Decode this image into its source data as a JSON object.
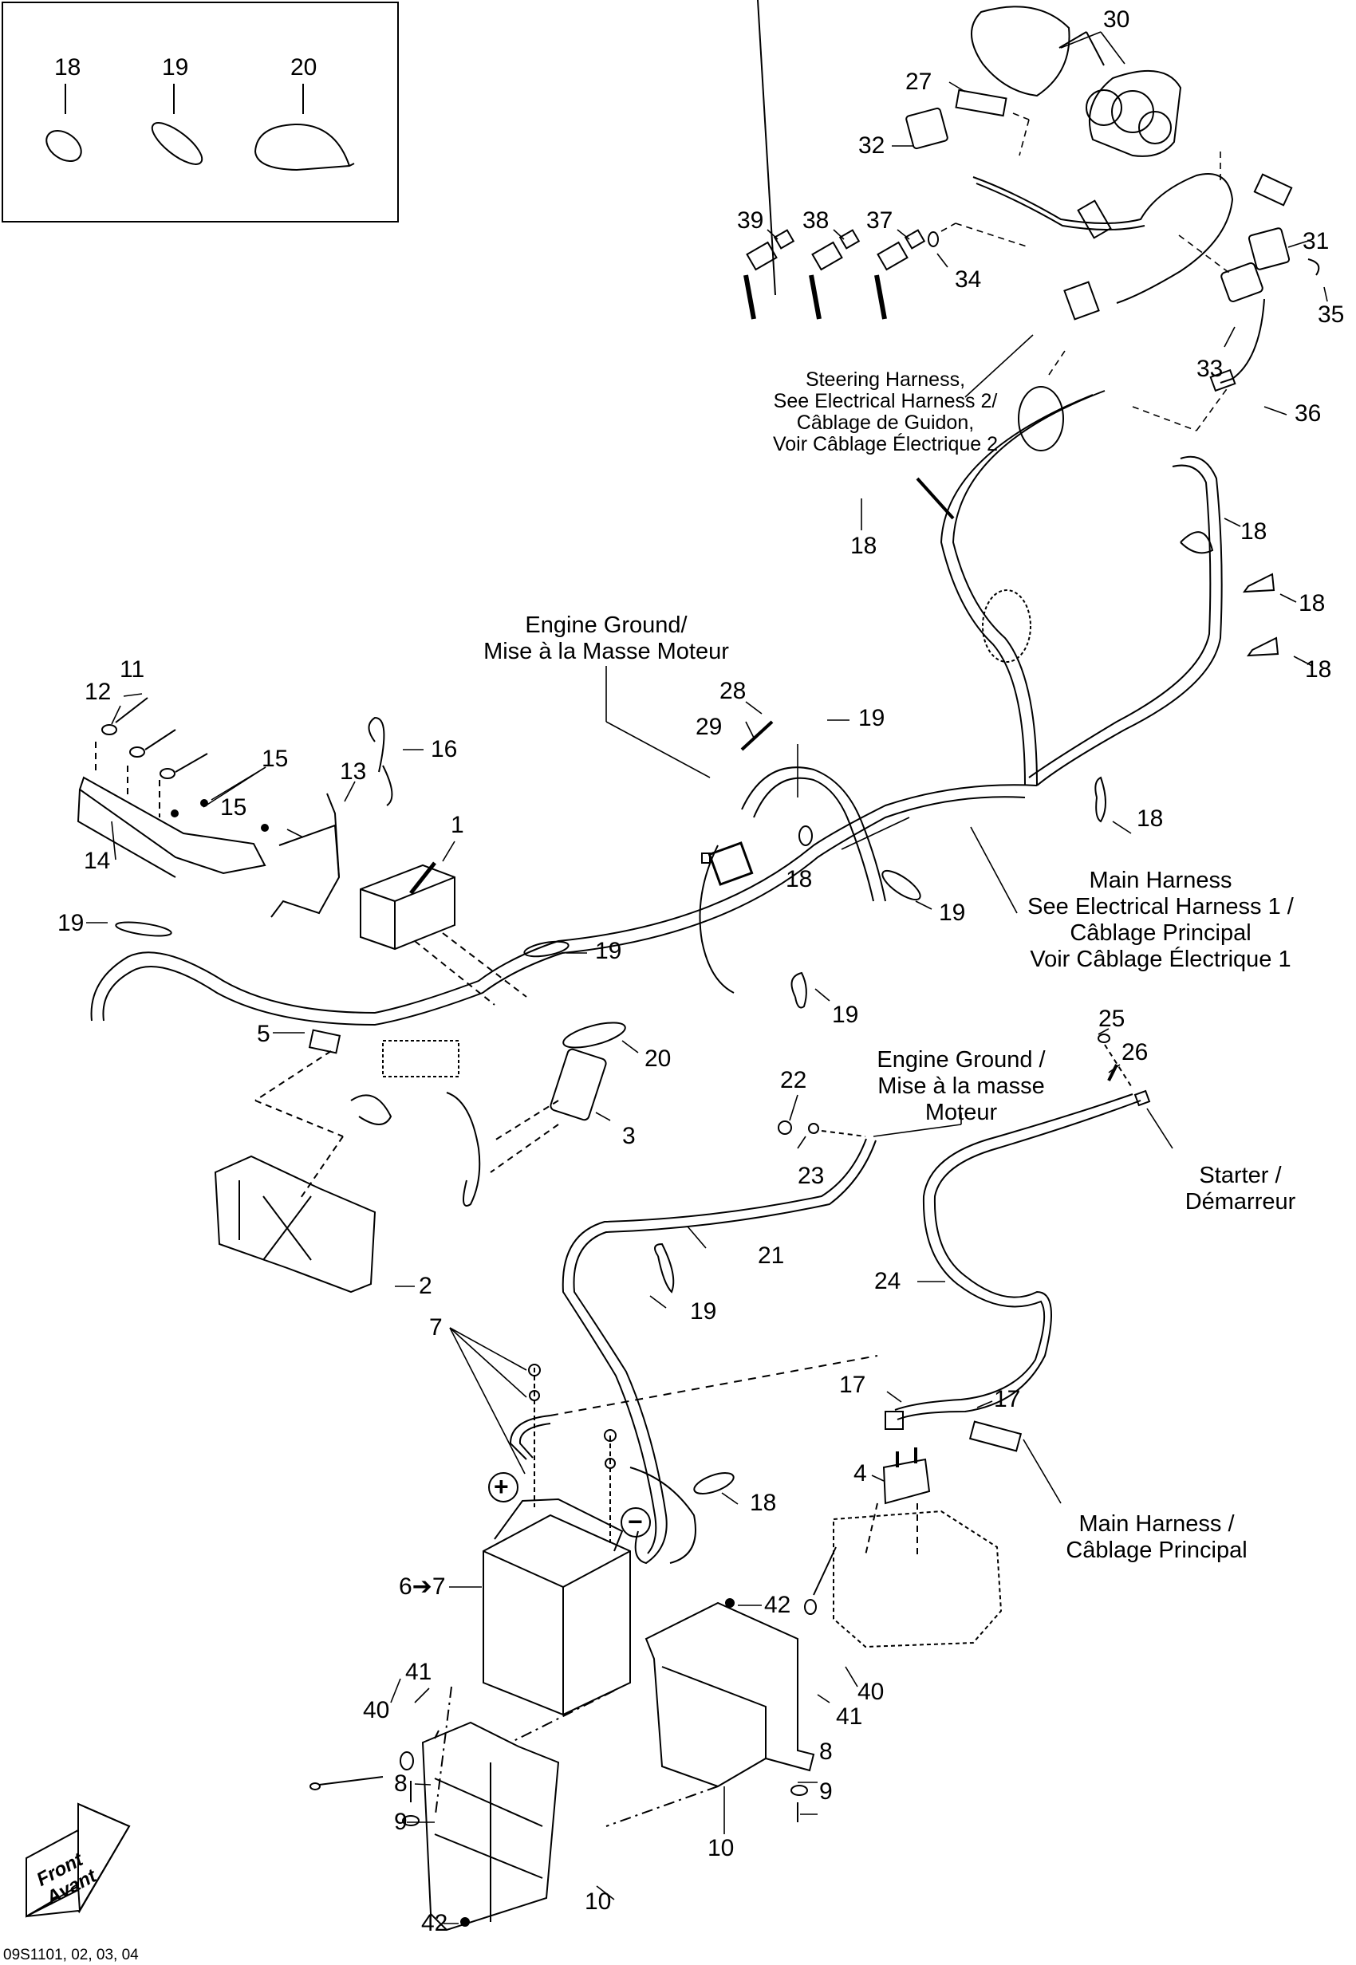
{
  "figure": {
    "id_text": "09S1101, 02, 03, 04",
    "direction_arrow": {
      "line1": "Front",
      "line2": "Avant"
    },
    "inset": {
      "items": [
        {
          "ref": "18",
          "part": "cable-tie-small-icon"
        },
        {
          "ref": "19",
          "part": "cable-tie-medium-icon"
        },
        {
          "ref": "20",
          "part": "cable-tie-large-icon"
        }
      ]
    }
  },
  "notes": {
    "steering_harness": [
      "Steering Harness,",
      "See Electrical Harness 2/",
      "Câblage de Guidon,",
      "Voir Câblage Électrique 2"
    ],
    "engine_ground_top": [
      "Engine Ground/",
      "Mise à la Masse Moteur"
    ],
    "main_harness_1": [
      "Main Harness",
      "See Electrical Harness 1 /",
      "Câblage Principal",
      "Voir Câblage Électrique 1"
    ],
    "engine_ground_mid": [
      "Engine Ground /",
      "Mise à la masse",
      "Moteur"
    ],
    "starter": [
      "Starter /",
      "Démarreur"
    ],
    "main_harness_2": [
      "Main Harness /",
      "Câblage Principal"
    ]
  },
  "callouts": [
    {
      "id": "c30",
      "text": "30"
    },
    {
      "id": "c27",
      "text": "27"
    },
    {
      "id": "c32",
      "text": "32"
    },
    {
      "id": "c39",
      "text": "39"
    },
    {
      "id": "c38",
      "text": "38"
    },
    {
      "id": "c37",
      "text": "37"
    },
    {
      "id": "c34",
      "text": "34"
    },
    {
      "id": "c31",
      "text": "31"
    },
    {
      "id": "c35",
      "text": "35"
    },
    {
      "id": "c33",
      "text": "33"
    },
    {
      "id": "c36",
      "text": "36"
    },
    {
      "id": "c18a",
      "text": "18"
    },
    {
      "id": "c18b",
      "text": "18"
    },
    {
      "id": "c18c",
      "text": "18"
    },
    {
      "id": "c18d",
      "text": "18"
    },
    {
      "id": "c18e",
      "text": "18"
    },
    {
      "id": "c18f",
      "text": "18"
    },
    {
      "id": "c18g",
      "text": "18"
    },
    {
      "id": "c11",
      "text": "11"
    },
    {
      "id": "c12",
      "text": "12"
    },
    {
      "id": "c16",
      "text": "16"
    },
    {
      "id": "c15a",
      "text": "15"
    },
    {
      "id": "c15b",
      "text": "15"
    },
    {
      "id": "c13",
      "text": "13"
    },
    {
      "id": "c14",
      "text": "14"
    },
    {
      "id": "c1",
      "text": "1"
    },
    {
      "id": "c28",
      "text": "28"
    },
    {
      "id": "c29",
      "text": "29"
    },
    {
      "id": "c19a",
      "text": "19"
    },
    {
      "id": "c19b",
      "text": "19"
    },
    {
      "id": "c19c",
      "text": "19"
    },
    {
      "id": "c19d",
      "text": "19"
    },
    {
      "id": "c19e",
      "text": "19"
    },
    {
      "id": "c19f",
      "text": "19"
    },
    {
      "id": "c5",
      "text": "5"
    },
    {
      "id": "c20",
      "text": "20"
    },
    {
      "id": "c3",
      "text": "3"
    },
    {
      "id": "c2",
      "text": "2"
    },
    {
      "id": "c22",
      "text": "22"
    },
    {
      "id": "c23",
      "text": "23"
    },
    {
      "id": "c25",
      "text": "25"
    },
    {
      "id": "c26",
      "text": "26"
    },
    {
      "id": "c21",
      "text": "21"
    },
    {
      "id": "c24",
      "text": "24"
    },
    {
      "id": "c7",
      "text": "7"
    },
    {
      "id": "c17a",
      "text": "17"
    },
    {
      "id": "c17b",
      "text": "17"
    },
    {
      "id": "c4",
      "text": "4"
    },
    {
      "id": "c6to7",
      "text": "6➔7"
    },
    {
      "id": "c42a",
      "text": "42"
    },
    {
      "id": "c42b",
      "text": "42"
    },
    {
      "id": "c41a",
      "text": "41"
    },
    {
      "id": "c41b",
      "text": "41"
    },
    {
      "id": "c40a",
      "text": "40"
    },
    {
      "id": "c40b",
      "text": "40"
    },
    {
      "id": "c8a",
      "text": "8"
    },
    {
      "id": "c8b",
      "text": "8"
    },
    {
      "id": "c9a",
      "text": "9"
    },
    {
      "id": "c9b",
      "text": "9"
    },
    {
      "id": "c10a",
      "text": "10"
    },
    {
      "id": "c10b",
      "text": "10"
    }
  ],
  "battery": {
    "positive_symbol": "+",
    "negative_symbol": "−"
  }
}
